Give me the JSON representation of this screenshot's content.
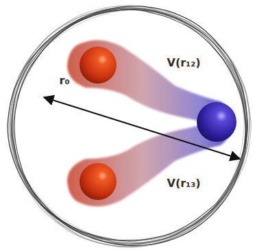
{
  "diagram": {
    "labels": [
      "V(r₁₂)",
      "V(r₁₃)",
      "r₀"
    ]
  }
}
